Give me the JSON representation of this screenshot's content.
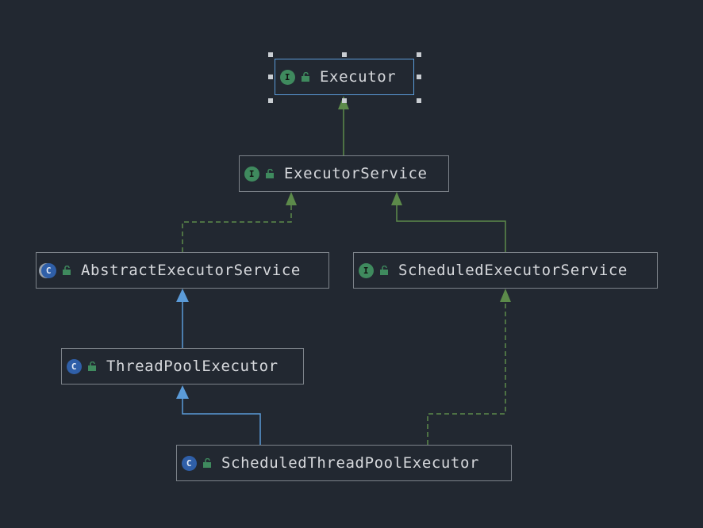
{
  "diagram": {
    "nodes": [
      {
        "id": "executor",
        "label": "Executor",
        "kind": "interface",
        "badge": "I",
        "selected": true
      },
      {
        "id": "executor-service",
        "label": "ExecutorService",
        "kind": "interface",
        "badge": "I"
      },
      {
        "id": "abstract-executor-service",
        "label": "AbstractExecutorService",
        "kind": "abstract-class",
        "badge": "C"
      },
      {
        "id": "scheduled-executor-service",
        "label": "ScheduledExecutorService",
        "kind": "interface",
        "badge": "I"
      },
      {
        "id": "thread-pool-executor",
        "label": "ThreadPoolExecutor",
        "kind": "class",
        "badge": "C"
      },
      {
        "id": "scheduled-thread-pool-executor",
        "label": "ScheduledThreadPoolExecutor",
        "kind": "class",
        "badge": "C"
      }
    ],
    "edges": [
      {
        "from": "executor-service",
        "to": "executor",
        "type": "extends-interface"
      },
      {
        "from": "abstract-executor-service",
        "to": "executor-service",
        "type": "implements"
      },
      {
        "from": "scheduled-executor-service",
        "to": "executor-service",
        "type": "extends-interface"
      },
      {
        "from": "thread-pool-executor",
        "to": "abstract-executor-service",
        "type": "extends-class"
      },
      {
        "from": "scheduled-thread-pool-executor",
        "to": "thread-pool-executor",
        "type": "extends-class"
      },
      {
        "from": "scheduled-thread-pool-executor",
        "to": "scheduled-executor-service",
        "type": "implements"
      }
    ],
    "colors": {
      "background": "#222831",
      "interface_badge": "#3f8a5e",
      "class_badge": "#2f5fa8",
      "interface_edge": "#5c8a4a",
      "class_edge": "#5b9bd8",
      "node_border": "#7d838a",
      "selected_border": "#5b9bd8",
      "lock_icon": "#3f8a5e"
    }
  }
}
